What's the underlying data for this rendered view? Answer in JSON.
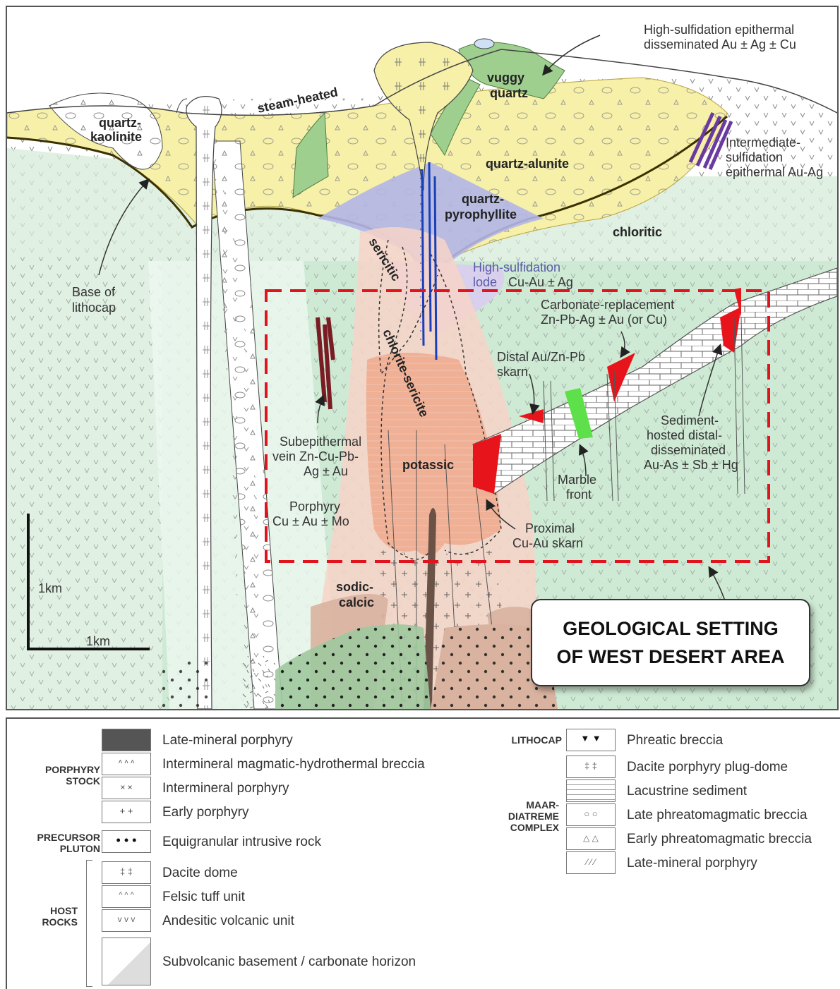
{
  "figure": {
    "labels": {
      "hs_epithermal_1": "High-sulfidation epithermal",
      "hs_epithermal_2": "disseminated Au ± Ag ± Cu",
      "vuggy_1": "vuggy",
      "vuggy_2": "quartz",
      "steam_heated": "steam-heated",
      "quartz_kaolinite_1": "quartz-",
      "quartz_kaolinite_2": "kaolinite",
      "quartz_alunite": "quartz-alunite",
      "is_epithermal_1": "Intermediate-",
      "is_epithermal_2": "sulfidation",
      "is_epithermal_3": "epithermal Au-Ag",
      "quartz_pyrophyllite_1": "quartz-",
      "quartz_pyrophyllite_2": "pyrophyllite",
      "chloritic": "chloritic",
      "sericitic": "sericitic",
      "hs_lode_1": "High-sulfidation",
      "hs_lode_2a": "lode",
      "hs_lode_2b": "Cu-Au ± Ag",
      "base_lithocap_1": "Base of",
      "base_lithocap_2": "lithocap",
      "carbonate_replacement_1": "Carbonate-replacement",
      "carbonate_replacement_2": "Zn-Pb-Ag ± Au (or Cu)",
      "chlorite_sericite": "chlorite-sericite",
      "distal_skarn_1": "Distal Au/Zn-Pb",
      "distal_skarn_2": "skarn",
      "sediment_hosted_1": "Sediment-",
      "sediment_hosted_2": "hosted distal-",
      "sediment_hosted_3": "disseminated",
      "sediment_hosted_4": "Au-As ± Sb ± Hg",
      "subepithermal_1": "Subepithermal",
      "subepithermal_2": "vein Zn-Cu-Pb-",
      "subepithermal_3": "Ag ± Au",
      "potassic": "potassic",
      "marble_1": "Marble",
      "marble_2": "front",
      "porphyry_1": "Porphyry",
      "porphyry_2": "Cu ± Au ± Mo",
      "proximal_skarn_1": "Proximal",
      "proximal_skarn_2": "Cu-Au skarn",
      "sodic_calcic_1": "sodic-",
      "sodic_calcic_2": "calcic",
      "scale_vertical": "1km",
      "scale_horizontal": "1km"
    },
    "callout_line1": "GEOLOGICAL SETTING",
    "callout_line2": "OF WEST DESERT AREA",
    "colors": {
      "yellow": "#f6f0a8",
      "green": "#d5ecd9",
      "mid_green": "#b8dfc1",
      "vuggy": "#9fcf8f",
      "blue": "#b3b6e6",
      "pink": "#f7d3c8",
      "salmon": "#efa98c",
      "tan": "#d9b3a0",
      "red": "#e8141c",
      "dashed_box": "#e0141c"
    }
  },
  "legend": {
    "left": {
      "groups": {
        "porphyry_stock": "PORPHYRY STOCK",
        "precursor_pluton": "PRECURSOR PLUTON",
        "host_rocks": "HOST ROCKS"
      },
      "items": [
        "Late-mineral porphyry",
        "Intermineral magmatic-hydrothermal breccia",
        "Intermineral porphyry",
        "Early porphyry",
        "Equigranular intrusive rock",
        "Dacite dome",
        "Felsic tuff unit",
        "Andesitic volcanic unit",
        "Subvolcanic basement / carbonate horizon"
      ]
    },
    "right": {
      "groups": {
        "lithocap": "LITHOCAP",
        "maar": "MAAR- DIATREME COMPLEX"
      },
      "items": [
        "Phreatic breccia",
        "Dacite porphyry plug-dome",
        "Lacustrine sediment",
        "Late phreatomagmatic breccia",
        "Early phreatomagmatic breccia",
        "Late-mineral porphyry"
      ]
    }
  }
}
